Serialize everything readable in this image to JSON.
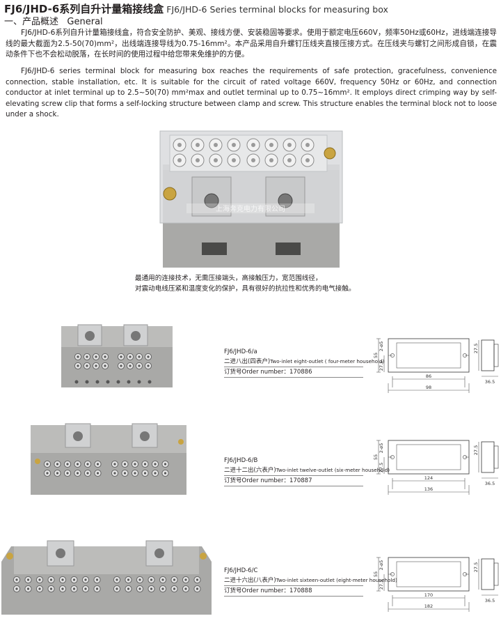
{
  "header": {
    "title_cn": "FJ6/JHD-6系列自升计量箱接线盒",
    "title_en": "FJ6/JHD-6 Series terminal blocks for measuring box"
  },
  "section": {
    "heading": "一、产品概述",
    "heading_en": "General"
  },
  "body": {
    "para_cn": "FJ6/JHD-6系列自升计量箱接线盒，符合安全防护、美观、接线方便、安装稳固等要求。使用于额定电压660V，频率50Hz或60Hz，进线端连接导线的最大截面为2.5-50(70)mm²，出线端连接导线为0.75-16mm²。本产品采用自升螺钉压线夹直接压接方式。在压线夹与螺钉之间形成自锁，在震动条件下也不会松动脱落，在长时间的使用过程中给您带来免维护的方便。",
    "para_en": "FJ6/JHD-6 series terminal block for measuring box reaches the requirements of safe protection, gracefulness, convenience connection, stable installation, etc. It is suitable for the circuit of rated voltage 660V, frequency 50Hz or 60Hz, and connection conductor at inlet terminal up to 2.5~50(70) mm²max and outlet terminal up to 0.75~16mm². It employs direct crimping way by self-elevating screw clip that forms a self-locking structure between clamp and screw. This structure enables the terminal block not to loose under a shock."
  },
  "hero": {
    "watermark": "上海奔克电力有限公司",
    "caption_line1": "最通用的连接技术，无需压接端头，高接触压力，宽范围线径，",
    "caption_line2": "对震动电线压紧和温度变化的保护，具有很好的抗拉性和优秀的电气接触。"
  },
  "products": [
    {
      "model": "FJ6/JHD-6/a",
      "desc_cn": "二进八出(四表户)",
      "desc_en": "Two-inlet eight-outlet ( four-meter household)",
      "order_label": "订货号Order number：",
      "order_number": "170886",
      "dim_inner": "86",
      "dim_outer": "98",
      "dim_h": "55",
      "dim_half": "27.5",
      "dim_hole": "2-ø5",
      "dim_side_h": "27.5",
      "dim_side_w": "36.5"
    },
    {
      "model": "FJ6/JHD-6/B",
      "desc_cn": "二进十二出(六表户)",
      "desc_en": "Two-inlet twelve-outlet (six-meter household)",
      "order_label": "订货号Order number：",
      "order_number": "170887",
      "dim_inner": "124",
      "dim_outer": "136",
      "dim_h": "55",
      "dim_half": "27.5",
      "dim_hole": "2-ø5",
      "dim_side_h": "27.5",
      "dim_side_w": "36.5"
    },
    {
      "model": "FJ6/JHD-6/C",
      "desc_cn": "二进十六出(八表户)",
      "desc_en": "Two-inlet sixteen-outlet (eight-meter household)",
      "order_label": "订货号Order number：",
      "order_number": "170888",
      "dim_inner": "170",
      "dim_outer": "182",
      "dim_h": "55",
      "dim_half": "27.5",
      "dim_hole": "2-ø5",
      "dim_side_h": "27.5",
      "dim_side_w": "36.5"
    }
  ],
  "colors": {
    "housing": "#a9a9a7",
    "housing_dark": "#8e8e8c",
    "cover": "#d5d7d9",
    "brass": "#c9a441",
    "text": "#231f20"
  }
}
